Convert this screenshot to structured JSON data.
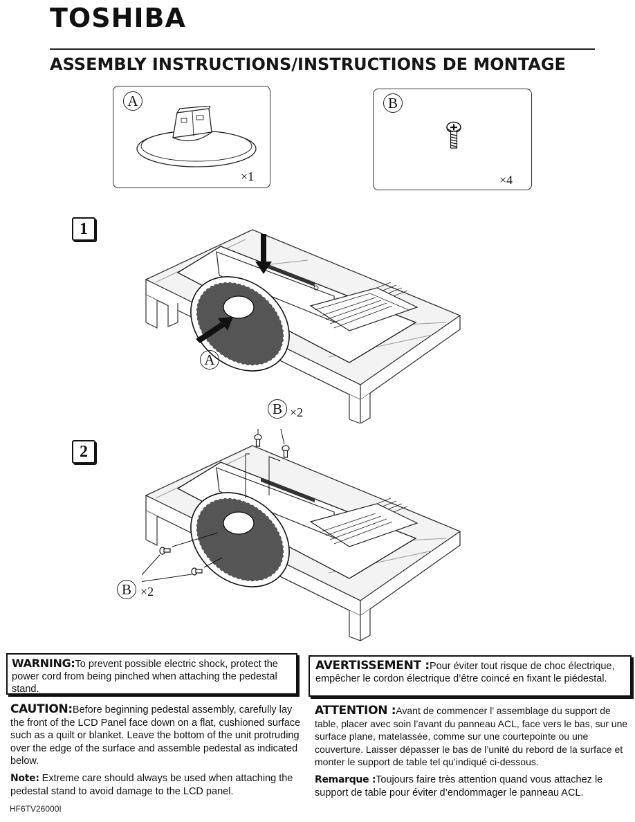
{
  "header": {
    "brand": "TOSHIBA",
    "title": "ASSEMBLY INSTRUCTIONS/INSTRUCTIONS DE MONTAGE"
  },
  "parts": [
    {
      "letter": "A",
      "quantity": "×1",
      "icon": "pedestal-stand-icon"
    },
    {
      "letter": "B",
      "quantity": "×4",
      "icon": "screw-icon"
    }
  ],
  "steps": [
    {
      "number": "1",
      "callouts": [
        "A"
      ]
    },
    {
      "number": "2",
      "callouts": [
        "B",
        "×2",
        "B",
        "×2"
      ]
    }
  ],
  "warning_en": {
    "label": "WARNING:",
    "text": "To prevent possible electric shock, protect the power cord from being pinched when attaching the pedestal stand."
  },
  "warning_fr": {
    "label": "AVERTISSEMENT :",
    "text": "Pour éviter tout risque de choc électrique, empêcher le cordon électrique d’être coincé en fixant le piédestal."
  },
  "caution_en": {
    "label": "CAUTION:",
    "text": "Before beginning pedestal assembly, carefully lay the front of the LCD Panel face down on a flat, cushioned surface such as a quilt or blanket. Leave the bottom of the unit protruding over the edge of the surface and assemble pedestal as indicated below."
  },
  "caution_fr": {
    "label": "ATTENTION :",
    "text": "Avant de commencer l’ assemblage du support de table, placer avec soin l’avant du panneau ACL, face vers le bas, sur une surface plane, matelassée, comme sur une courtepointe ou une couverture.  Laisser dépasser le bas de l’unité du rebord de la surface et monter le support de table tel qu’indiqué ci-dessous."
  },
  "note_en": {
    "label": "Note:",
    "text": "Extreme care should always be used when attaching the pedestal stand to avoid damage to the LCD panel."
  },
  "note_fr": {
    "label": "Remarque :",
    "text": "Toujours faire très attention quand vous attachez le support de table pour éviter d’endommager le panneau ACL."
  },
  "footer": {
    "code": "HF6TV26000I"
  }
}
